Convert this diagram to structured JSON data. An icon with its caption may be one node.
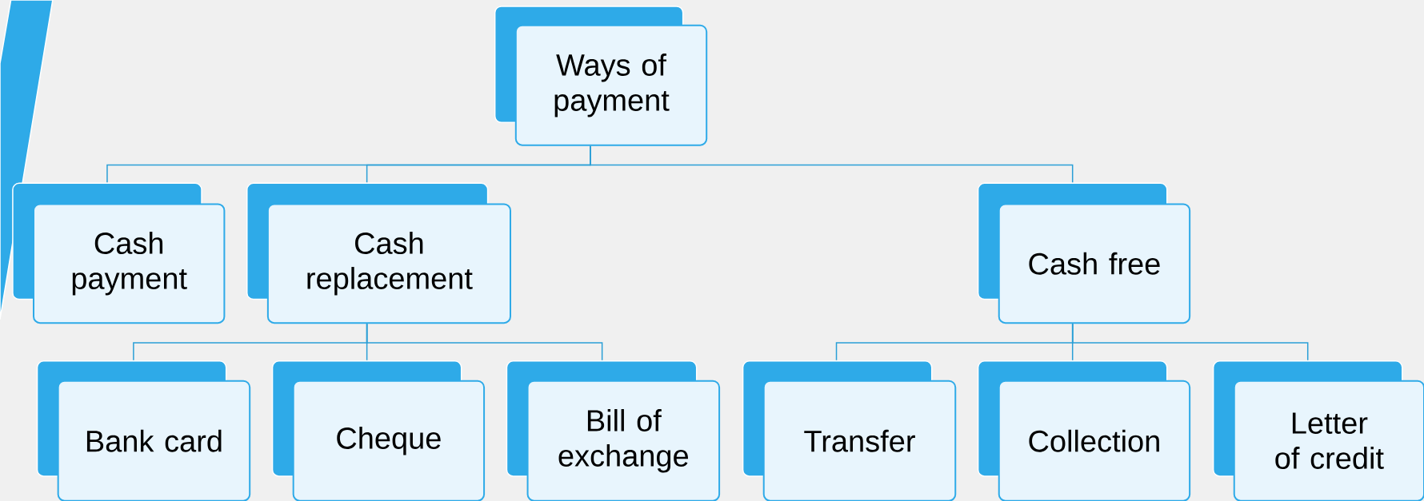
{
  "diagram": {
    "nodes": [
      {
        "text": [
          "Ways of payment"
        ]
      },
      {
        "text": [
          "Cash payment"
        ]
      },
      {
        "text": [
          "Cash replacement"
        ]
      },
      {
        "text": [
          "Cash free"
        ]
      },
      {
        "text": [
          "Bank card"
        ]
      },
      {
        "text": [
          "Cheque"
        ]
      },
      {
        "text": [
          "Bill of exchange"
        ]
      },
      {
        "text": [
          "Transfer"
        ]
      },
      {
        "text": [
          "Collection"
        ]
      },
      {
        "text": [
          "Letter of credit"
        ]
      }
    ],
    "edges": [
      {
        "from": 0,
        "to": 1,
        "arrow": "none"
      },
      {
        "from": 0,
        "to": 2,
        "arrow": "none"
      },
      {
        "from": 0,
        "to": 3,
        "arrow": "none"
      },
      {
        "from": 2,
        "to": 4,
        "arrow": "none"
      },
      {
        "from": 2,
        "to": 5,
        "arrow": "none"
      },
      {
        "from": 2,
        "to": 6,
        "arrow": "none"
      },
      {
        "from": 3,
        "to": 7,
        "arrow": "none"
      },
      {
        "from": 3,
        "to": 8,
        "arrow": "none"
      },
      {
        "from": 3,
        "to": 9,
        "arrow": "none"
      }
    ]
  }
}
